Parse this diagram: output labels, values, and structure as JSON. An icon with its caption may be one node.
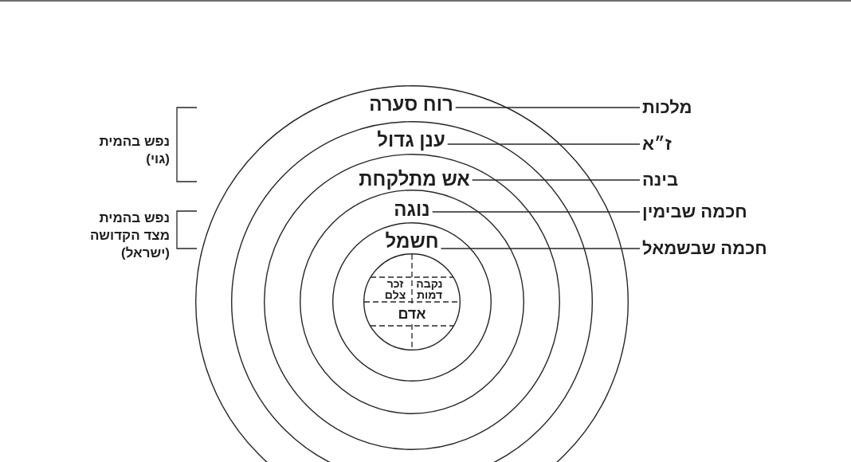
{
  "diagram": {
    "nodes": [
      {
        "text": [],
        "shape": "circle"
      },
      {
        "text": [
          "רוח סערה"
        ],
        "in": 0
      },
      {
        "text": [],
        "shape": "circle",
        "in": 0
      },
      {
        "text": [
          "ענן גדול"
        ],
        "in": 2
      },
      {
        "text": [],
        "shape": "circle",
        "in": 2
      },
      {
        "text": [
          "אש מתלקחת"
        ],
        "in": 4
      },
      {
        "text": [],
        "shape": "circle",
        "in": 4
      },
      {
        "text": [
          "נוגה"
        ],
        "in": 6
      },
      {
        "text": [],
        "shape": "circle",
        "in": 6
      },
      {
        "text": [
          "חשמל"
        ],
        "in": 8
      },
      {
        "text": [
          "נקבה דמות",
          "זכר צלם",
          "אדם"
        ],
        "in": 8
      },
      {
        "text": [
          "מלכות"
        ]
      },
      {
        "text": [
          "ז״א"
        ]
      },
      {
        "text": [
          "בינה"
        ]
      },
      {
        "text": [
          "חכמה שבימין"
        ]
      },
      {
        "text": [
          "חכמה שבשמאל"
        ]
      }
    ],
    "edges": [
      {
        "from": 1,
        "to": 11,
        "arrow": "none"
      },
      {
        "from": 3,
        "to": 12,
        "arrow": "none"
      },
      {
        "from": 5,
        "to": 13,
        "arrow": "none"
      },
      {
        "from": 7,
        "to": 14,
        "arrow": "none"
      },
      {
        "from": 9,
        "to": 15,
        "arrow": "none"
      }
    ],
    "labels": [
      "נפש בהמית (גוי)",
      "נפש בהמית מצד הקדושה (ישראל)"
    ]
  }
}
